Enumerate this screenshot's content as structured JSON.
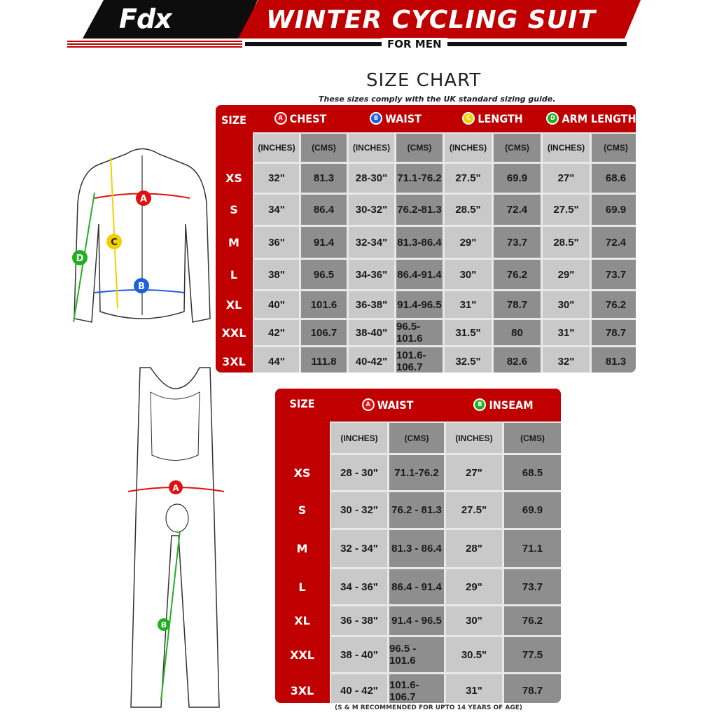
{
  "header": {
    "brand": "Fdx",
    "title": "WINTER CYCLING SUIT",
    "subtitle": "FOR MEN"
  },
  "size_chart": {
    "title": "SIZE CHART",
    "note": "These sizes comply with the UK standard sizing guide."
  },
  "colors": {
    "red": "#c00000",
    "badge_a": "#e01010",
    "badge_b": "#1e5fe0",
    "badge_c": "#f0d000",
    "badge_d": "#22b022",
    "light_cell": "#c9c9c9",
    "dark_cell": "#8e8e8e"
  },
  "jersey_table": {
    "size_label": "SIZE",
    "groups": [
      {
        "badge": "A",
        "label": "CHEST",
        "color": "#e01010"
      },
      {
        "badge": "B",
        "label": "WAIST",
        "color": "#1e5fe0"
      },
      {
        "badge": "C",
        "label": "LENGTH",
        "color": "#f0d000"
      },
      {
        "badge": "D",
        "label": "ARM LENGTH",
        "color": "#22b022"
      }
    ],
    "units": [
      "(INCHES)",
      "(CMS)"
    ],
    "rows": [
      {
        "size": "XS",
        "values": [
          "32\"",
          "81.3",
          "28-30\"",
          "71.1-76.2",
          "27.5\"",
          "69.9",
          "27\"",
          "68.6"
        ]
      },
      {
        "size": "S",
        "values": [
          "34\"",
          "86.4",
          "30-32\"",
          "76.2-81.3",
          "28.5\"",
          "72.4",
          "27.5\"",
          "69.9"
        ]
      },
      {
        "size": "M",
        "values": [
          "36\"",
          "91.4",
          "32-34\"",
          "81.3-86.4",
          "29\"",
          "73.7",
          "28.5\"",
          "72.4"
        ]
      },
      {
        "size": "L",
        "values": [
          "38\"",
          "96.5",
          "34-36\"",
          "86.4-91.4",
          "30\"",
          "76.2",
          "29\"",
          "73.7"
        ]
      },
      {
        "size": "XL",
        "values": [
          "40\"",
          "101.6",
          "36-38\"",
          "91.4-96.5",
          "31\"",
          "78.7",
          "30\"",
          "76.2"
        ]
      },
      {
        "size": "XXL",
        "values": [
          "42\"",
          "106.7",
          "38-40\"",
          "96.5-101.6",
          "31.5\"",
          "80",
          "31\"",
          "78.7"
        ]
      },
      {
        "size": "3XL",
        "values": [
          "44\"",
          "111.8",
          "40-42\"",
          "101.6-106.7",
          "32.5\"",
          "82.6",
          "32\"",
          "81.3"
        ]
      }
    ]
  },
  "bib_table": {
    "size_label": "SIZE",
    "groups": [
      {
        "badge": "A",
        "label": "WAIST",
        "color": "#e01010"
      },
      {
        "badge": "B",
        "label": "INSEAM",
        "color": "#22b022"
      }
    ],
    "units": [
      "(INCHES)",
      "(CMS)"
    ],
    "rows": [
      {
        "size": "XS",
        "values": [
          "28 - 30\"",
          "71.1-76.2",
          "27\"",
          "68.5"
        ]
      },
      {
        "size": "S",
        "values": [
          "30 - 32\"",
          "76.2 - 81.3",
          "27.5\"",
          "69.9"
        ]
      },
      {
        "size": "M",
        "values": [
          "32 - 34\"",
          "81.3 - 86.4",
          "28\"",
          "71.1"
        ]
      },
      {
        "size": "L",
        "values": [
          "34 - 36\"",
          "86.4 - 91.4",
          "29\"",
          "73.7"
        ]
      },
      {
        "size": "XL",
        "values": [
          "36 - 38\"",
          "91.4 - 96.5",
          "30\"",
          "76.2"
        ]
      },
      {
        "size": "XXL",
        "values": [
          "38 - 40\"",
          "96.5 - 101.6",
          "30.5\"",
          "77.5"
        ]
      },
      {
        "size": "3XL",
        "values": [
          "40 - 42\"",
          "101.6-106.7",
          "31\"",
          "78.7"
        ]
      }
    ],
    "footnote": "(S & M RECOMMENDED FOR UPTO 14 YEARS OF AGE)"
  },
  "illustrations": {
    "jersey_markers": [
      "A",
      "B",
      "C",
      "D"
    ],
    "bib_markers": [
      "A",
      "B"
    ]
  }
}
